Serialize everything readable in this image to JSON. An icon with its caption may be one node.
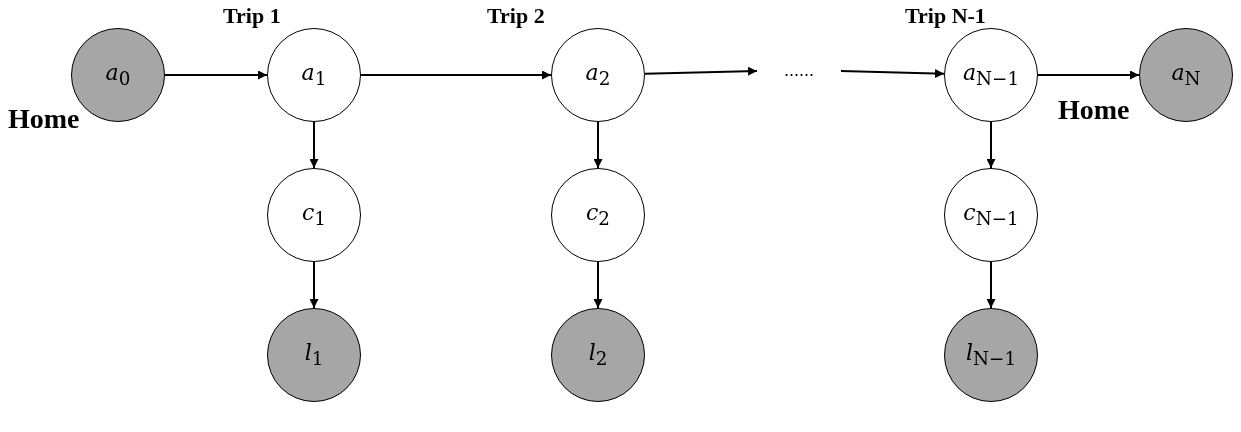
{
  "diagram": {
    "nodes": [
      {
        "text": [
          "*a*$_{0}$"
        ],
        "beside": [
          "Home"
        ]
      },
      {
        "text": [
          "*a*$_{1}$"
        ],
        "beside": [
          "Trip 1"
        ]
      },
      {
        "text": [
          "*a*$_{2}$"
        ],
        "beside": [
          "Trip 2"
        ]
      },
      {
        "text": [
          "......"
        ]
      },
      {
        "text": [
          "*a*$_{N−1}$"
        ],
        "beside": [
          "Trip N-1"
        ]
      },
      {
        "text": [
          "*a*$_{N}$"
        ],
        "beside": [
          "Home"
        ]
      },
      {
        "text": [
          "*c*$_{1}$"
        ]
      },
      {
        "text": [
          "*c*$_{2}$"
        ]
      },
      {
        "text": [
          "*c*$_{N−1}$"
        ]
      },
      {
        "text": [
          "*l*$_{1}$"
        ]
      },
      {
        "text": [
          "*l*$_{2}$"
        ]
      },
      {
        "text": [
          "*l*$_{N−1}$"
        ]
      }
    ],
    "edges": [
      {
        "from": 0,
        "to": 1,
        "arrow": "to"
      },
      {
        "from": 1,
        "to": 2,
        "arrow": "to"
      },
      {
        "from": 2,
        "to": 3,
        "arrow": "to"
      },
      {
        "from": 3,
        "to": 4,
        "arrow": "to"
      },
      {
        "from": 4,
        "to": 5,
        "arrow": "to"
      },
      {
        "from": 1,
        "to": 6,
        "arrow": "to"
      },
      {
        "from": 6,
        "to": 9,
        "arrow": "to"
      },
      {
        "from": 2,
        "to": 7,
        "arrow": "to"
      },
      {
        "from": 7,
        "to": 10,
        "arrow": "to"
      },
      {
        "from": 4,
        "to": 8,
        "arrow": "to"
      },
      {
        "from": 8,
        "to": 11,
        "arrow": "to"
      }
    ]
  }
}
